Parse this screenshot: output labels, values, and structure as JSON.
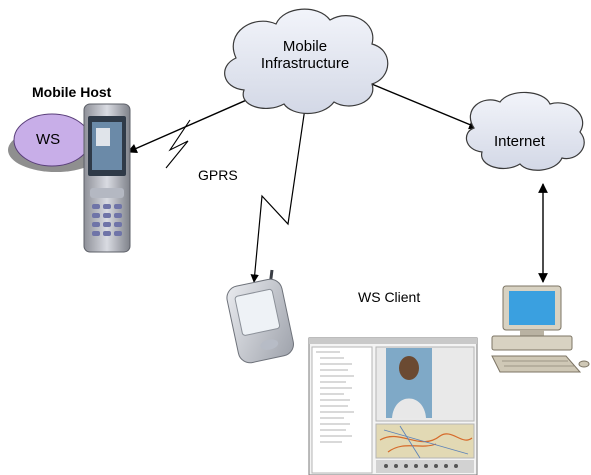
{
  "caption_fragment": "",
  "nodes": {
    "mobile_infrastructure": "Mobile\nInfrastructure",
    "internet": "Internet",
    "mobile_host": "Mobile Host",
    "ws": "WS",
    "ws_client": "WS Client",
    "gprs": "GPRS"
  },
  "colors": {
    "cloud_fill": "#e6e9f2",
    "cloud_stroke": "#3a3a3a",
    "ws_oval_fill": "#c8aee8",
    "ws_base_fill": "#8f8f8f",
    "monitor_screen": "#3aa0e0"
  },
  "icons": [
    "phone-icon",
    "pda-icon",
    "desktop-computer-icon",
    "app-screenshot-icon"
  ]
}
